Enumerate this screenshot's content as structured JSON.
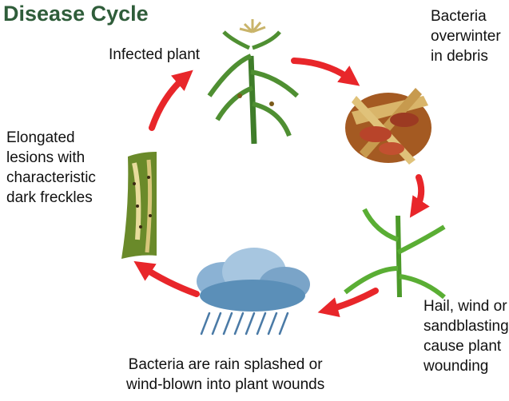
{
  "title": "Disease Cycle",
  "stages": {
    "infected_plant": {
      "lines": [
        "Infected plant"
      ]
    },
    "overwinter": {
      "lines": [
        "Bacteria",
        "overwinter",
        "in debris"
      ]
    },
    "wounding": {
      "lines": [
        "Hail, wind or",
        "sandblasting",
        "cause plant",
        "wounding"
      ]
    },
    "rain_splash": {
      "lines": [
        "Bacteria are rain splashed or",
        "wind-blown into plant wounds"
      ]
    },
    "lesions": {
      "lines": [
        "Elongated",
        "lesions with",
        "characteristic",
        "dark freckles"
      ]
    }
  },
  "colors": {
    "title": "#2f5d3a",
    "arrow": "#e8262a",
    "plant": "#3f7d2a",
    "debris": "#8a4a1c",
    "cloud": "#5b8fb8",
    "leaf": "#6a8a2a"
  }
}
